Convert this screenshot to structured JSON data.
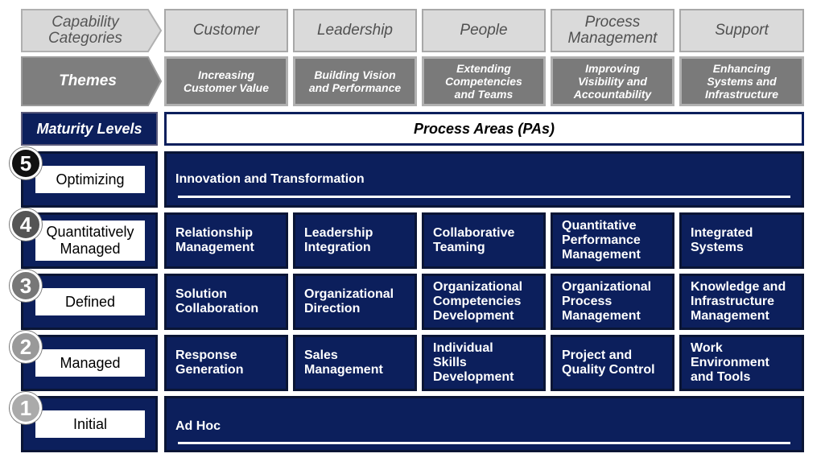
{
  "header": {
    "capability_label": "Capability\nCategories",
    "themes_label": "Themes",
    "categories": [
      {
        "name": "Customer",
        "theme": "Increasing\nCustomer Value"
      },
      {
        "name": "Leadership",
        "theme": "Building Vision\nand Performance"
      },
      {
        "name": "People",
        "theme": "Extending\nCompetencies\nand Teams"
      },
      {
        "name": "Process\nManagement",
        "theme": "Improving\nVisibility and\nAccountability"
      },
      {
        "name": "Support",
        "theme": "Enhancing\nSystems and\nInfrastructure"
      }
    ]
  },
  "maturity_header": "Maturity Levels",
  "process_areas_header": "Process Areas (PAs)",
  "levels": [
    {
      "number": "5",
      "name": "Optimizing",
      "areas": [
        "Innovation and Transformation"
      ]
    },
    {
      "number": "4",
      "name": "Quantitatively\nManaged",
      "areas": [
        "Relationship\nManagement",
        "Leadership\nIntegration",
        "Collaborative\nTeaming",
        "Quantitative\nPerformance\nManagement",
        "Integrated\nSystems"
      ]
    },
    {
      "number": "3",
      "name": "Defined",
      "areas": [
        "Solution\nCollaboration",
        "Organizational\nDirection",
        "Organizational\nCompetencies\nDevelopment",
        "Organizational\nProcess\nManagement",
        "Knowledge and\nInfrastructure\nManagement"
      ]
    },
    {
      "number": "2",
      "name": "Managed",
      "areas": [
        "Response\nGeneration",
        "Sales\nManagement",
        "Individual\nSkills\nDevelopment",
        "Project and\nQuality Control",
        "Work\nEnvironment\nand Tools"
      ]
    },
    {
      "number": "1",
      "name": "Initial",
      "areas": [
        "Ad Hoc"
      ]
    }
  ],
  "colors": {
    "navy": "#0c1f5c",
    "gray_header": "#dadada",
    "gray_theme": "#7a7a7a"
  }
}
